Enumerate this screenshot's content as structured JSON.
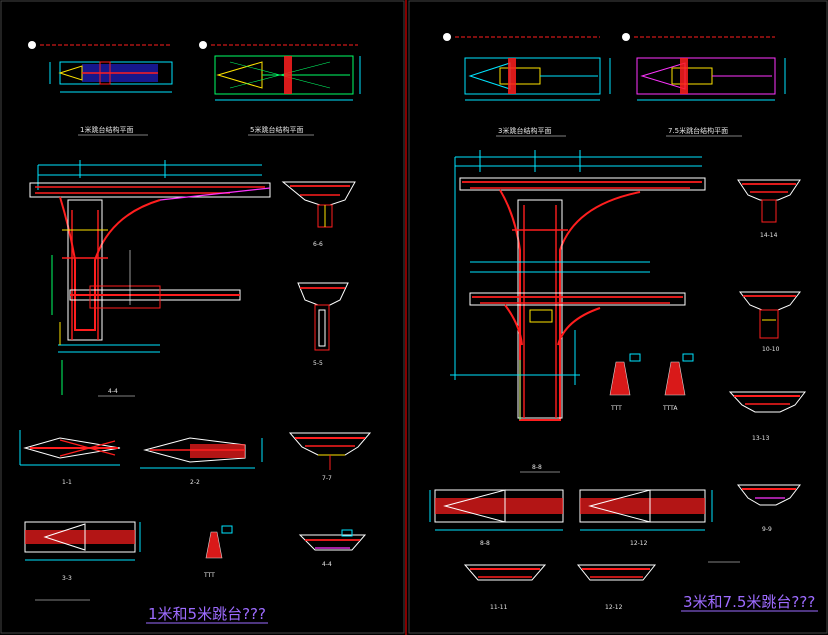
{
  "sheet_left": {
    "plan1_title": "1米跳台结构平面",
    "plan2_title": "5米跳台结构平面",
    "section_main": "4-4",
    "section_a": "6-6",
    "section_b": "5-5",
    "section_c": "1-1",
    "section_d": "2-2",
    "section_e": "7-7",
    "section_f": "3-3",
    "section_g": "TTT",
    "section_h": "4-4",
    "caption": "1米和5米跳台???"
  },
  "sheet_right": {
    "plan1_title": "3米跳台结构平面",
    "plan2_title": "7.5米跳台结构平面",
    "section_main": "8-8",
    "section_a": "14-14",
    "section_b": "10-10",
    "section_c": "TTT",
    "section_d": "TTTA",
    "section_e": "13-13",
    "section_f": "9-9",
    "section_g": "8-8",
    "section_h": "12-12",
    "section_i": "11-11",
    "section_j": "12-12",
    "caption": "3米和7.5米跳台???"
  },
  "colors": {
    "background": "#000000",
    "rebar": "#ff1e1e",
    "outline": "#ffffff",
    "dimension": "#00e5ff",
    "concrete": "#00ff66",
    "accent_yellow": "#ffe400",
    "accent_magenta": "#ff33ff",
    "caption": "#9d6bff",
    "divider": "#c00000"
  }
}
